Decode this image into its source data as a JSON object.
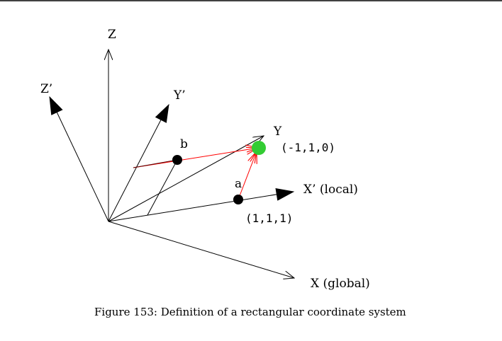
{
  "figure": {
    "caption": "Figure 153: Definition of a rectangular coordinate system",
    "axes": {
      "z": "Z",
      "z_local": "Z’",
      "y_local": "Y’",
      "y": "Y",
      "x_local": "X’  (local)",
      "x": "X   (global)"
    },
    "points": {
      "a": {
        "label": "a",
        "coords": "(1,1,1)"
      },
      "b": {
        "label": "b"
      },
      "target": {
        "coords": "(-1,1,0)"
      }
    },
    "colors": {
      "line": "#000000",
      "vector": "#ff0000",
      "target_point": "#33cc33",
      "point": "#000000"
    }
  }
}
